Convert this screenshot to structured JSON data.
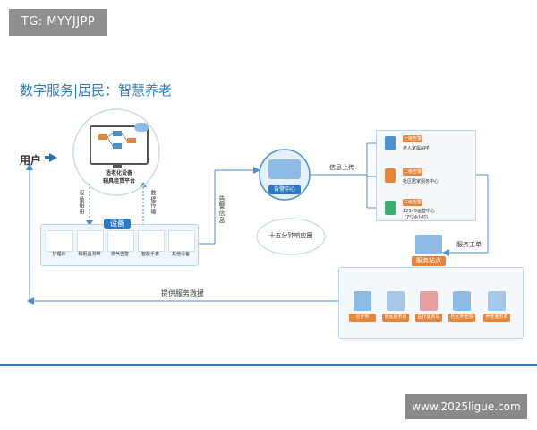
{
  "watermark_top": "TG: MYYJJPP",
  "title": "数字服务|居民：智慧养老",
  "user_label": "用户",
  "platform_label_1": "适老化设备",
  "platform_label_2": "辅具租赁平台",
  "rent_label": "设备租用",
  "transfer_label": "数据传输",
  "devices_badge": "设备",
  "devices": [
    {
      "label": "护理床"
    },
    {
      "label": "睡眠监测带"
    },
    {
      "label": "燃气告警"
    },
    {
      "label": "智能手表"
    },
    {
      "label": "其他设备"
    }
  ],
  "alarm_info_label": "告警信息",
  "alarm_center_label": "告警中心",
  "upload_label": "信息上传",
  "response_label": "十五分钟响应圈",
  "levels": [
    {
      "level": "一级告警",
      "desc": "老人家属APP"
    },
    {
      "level": "二级告警",
      "desc": "社区居家服务中心"
    },
    {
      "level": "三级告警",
      "desc": "12349运营中心",
      "desc2": "(7*24小时)"
    }
  ],
  "work_order_label": "服务工单",
  "station_badge": "服务站点",
  "stations": [
    {
      "label": "合作商"
    },
    {
      "label": "便民服务点"
    },
    {
      "label": "医疗服务站"
    },
    {
      "label": "社区养老院"
    },
    {
      "label": "养老服务商"
    }
  ],
  "rescue_label": "提供服务救援",
  "watermark_bottom": "www.2025ligue.com"
}
